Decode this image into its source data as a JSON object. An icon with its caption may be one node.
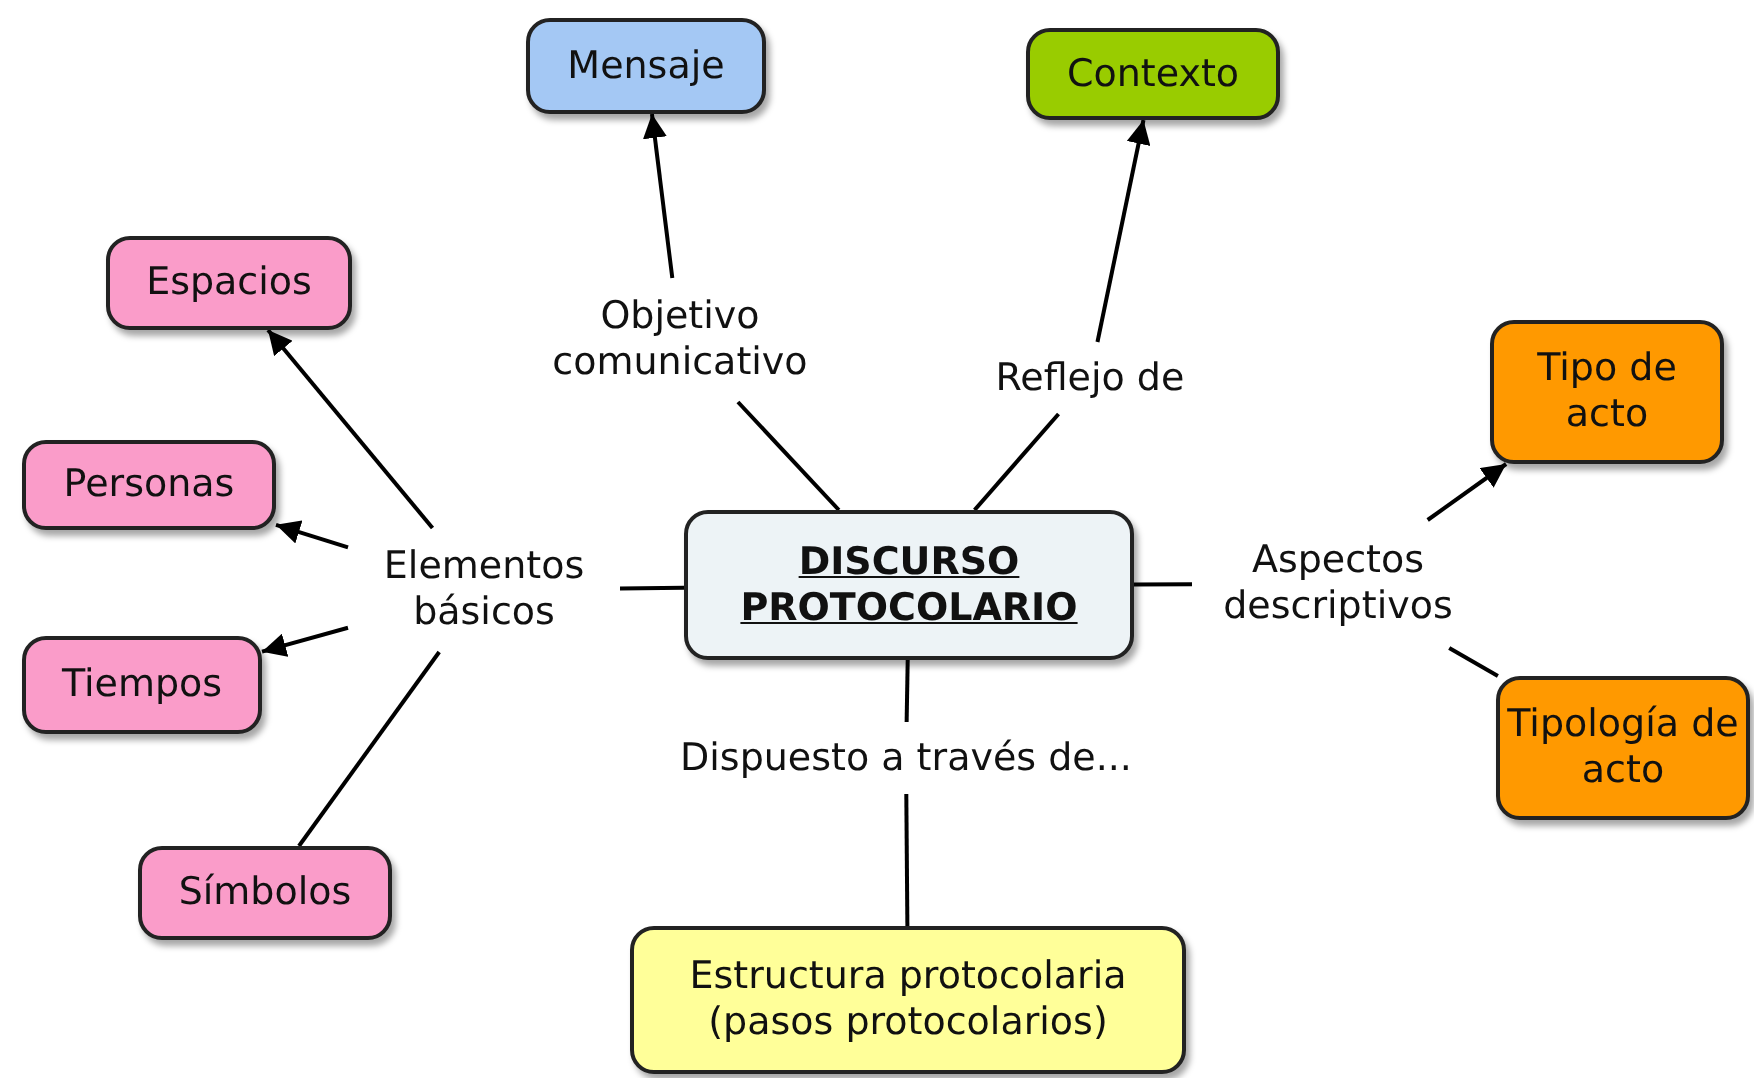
{
  "diagram": {
    "nodes": [
      {
        "text": [
          "DISCURSO PROTOCOLARIO"
        ]
      },
      {
        "text": [
          "Objetivo comunicativo"
        ]
      },
      {
        "text": [
          "Mensaje"
        ]
      },
      {
        "text": [
          "Reflejo de"
        ]
      },
      {
        "text": [
          "Contexto"
        ]
      },
      {
        "text": [
          "Aspectos descriptivos"
        ]
      },
      {
        "text": [
          "Tipo de acto"
        ]
      },
      {
        "text": [
          "Tipología de acto"
        ]
      },
      {
        "text": [
          "Elementos básicos"
        ]
      },
      {
        "text": [
          "Espacios"
        ]
      },
      {
        "text": [
          "Personas"
        ]
      },
      {
        "text": [
          "Tiempos"
        ]
      },
      {
        "text": [
          "Símbolos"
        ]
      },
      {
        "text": [
          "Dispuesto a través de..."
        ]
      },
      {
        "text": [
          "Estructura protocolaria (pasos protocolarios)"
        ]
      }
    ],
    "edges": [
      {
        "from": 0,
        "to": 1,
        "arrow": "none"
      },
      {
        "from": 1,
        "to": 2,
        "arrow": "to"
      },
      {
        "from": 0,
        "to": 3,
        "arrow": "none"
      },
      {
        "from": 3,
        "to": 4,
        "arrow": "to"
      },
      {
        "from": 0,
        "to": 5,
        "arrow": "none"
      },
      {
        "from": 5,
        "to": 6,
        "arrow": "to"
      },
      {
        "from": 5,
        "to": 7,
        "arrow": "none"
      },
      {
        "from": 0,
        "to": 8,
        "arrow": "none"
      },
      {
        "from": 8,
        "to": 9,
        "arrow": "to"
      },
      {
        "from": 8,
        "to": 10,
        "arrow": "to"
      },
      {
        "from": 8,
        "to": 11,
        "arrow": "to"
      },
      {
        "from": 8,
        "to": 12,
        "arrow": "none"
      },
      {
        "from": 0,
        "to": 13,
        "arrow": "none"
      },
      {
        "from": 13,
        "to": 14,
        "arrow": "none"
      }
    ]
  }
}
